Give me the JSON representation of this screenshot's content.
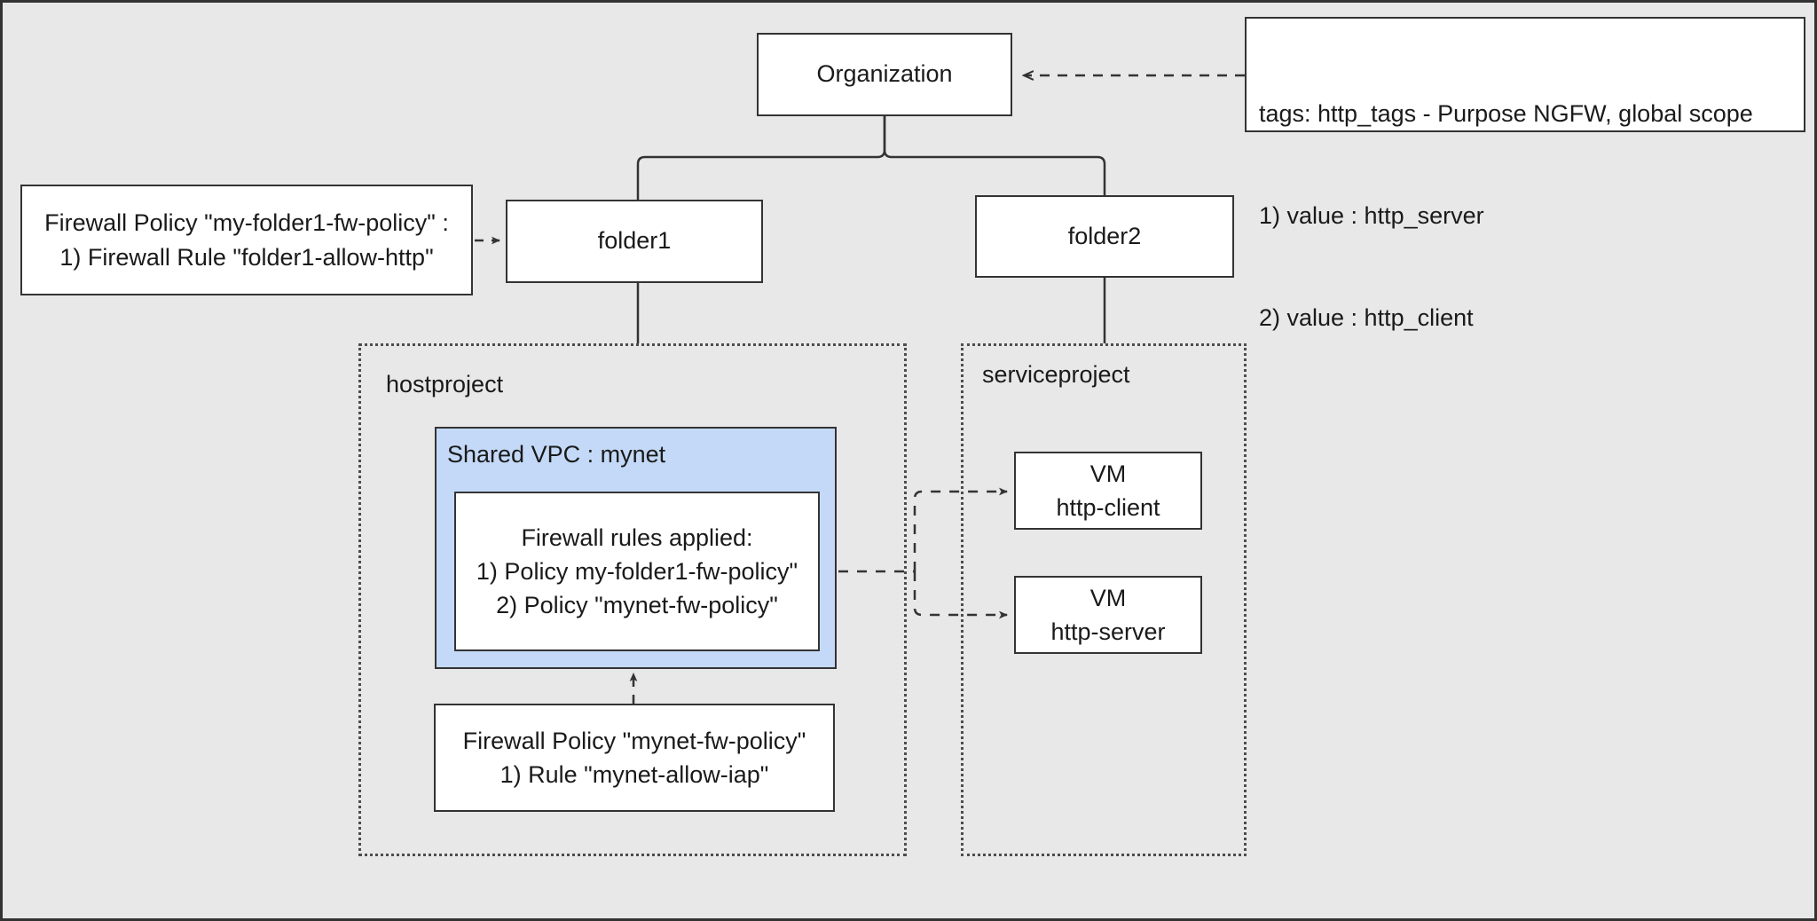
{
  "diagram": {
    "title_nodes": {
      "organization": "Organization",
      "folder1": "folder1",
      "folder2": "folder2"
    },
    "tags_note": {
      "line1": "tags: http_tags - Purpose NGFW, global scope",
      "line2": "1) value : http_server",
      "line3": "2) value : http_client"
    },
    "folder1_policy": {
      "line1": "Firewall Policy \"my-folder1-fw-policy\" :",
      "line2": "1) Firewall Rule \"folder1-allow-http\""
    },
    "hostproject": {
      "label": "hostproject"
    },
    "serviceproject": {
      "label": "serviceproject"
    },
    "vpc": {
      "label": "Shared VPC : mynet",
      "rules": {
        "line1": "Firewall rules applied:",
        "line2": "1) Policy my-folder1-fw-policy\"",
        "line3": "2) Policy \"mynet-fw-policy\""
      }
    },
    "mynet_policy": {
      "line1": "Firewall Policy \"mynet-fw-policy\"",
      "line2": "1) Rule \"mynet-allow-iap\""
    },
    "vms": [
      {
        "kind": "VM",
        "name": "http-client"
      },
      {
        "kind": "VM",
        "name": "http-server"
      }
    ],
    "colors": {
      "background": "#e8e8e8",
      "node_fill": "#ffffff",
      "stroke": "#333333",
      "vpc_fill": "#c3d9f7",
      "container_stroke": "#4d4d4d"
    }
  }
}
